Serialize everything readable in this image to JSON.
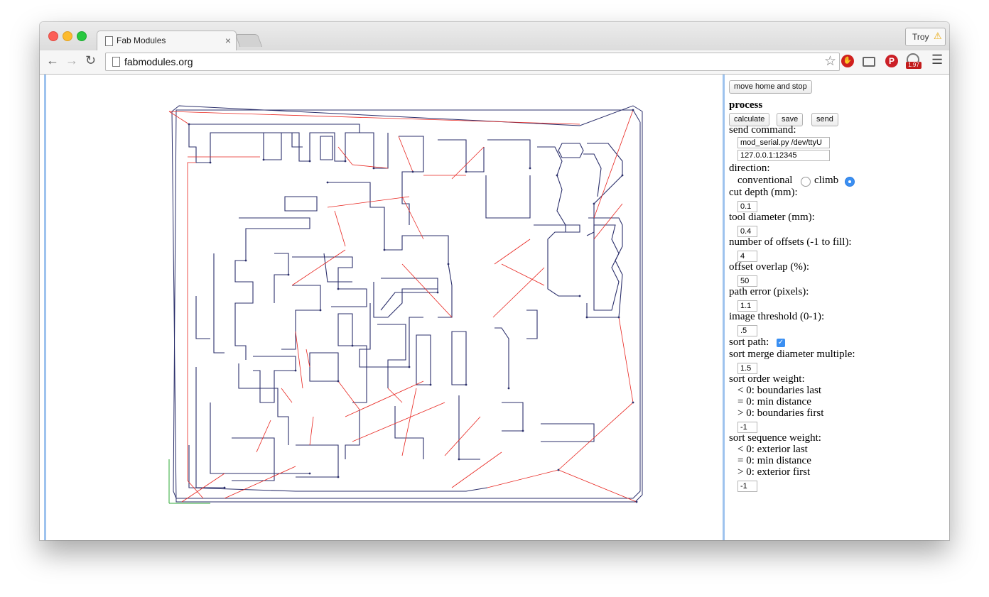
{
  "browser": {
    "tab_title": "Fab Modules",
    "tab_close": "×",
    "url": "fabmodules.org",
    "user_name": "Troy",
    "speed_badge": "1.97"
  },
  "panel": {
    "move_home_label": "move home and stop",
    "process_heading": "process",
    "calculate_label": "calculate",
    "save_label": "save",
    "send_label": "send",
    "send_command_label": "send command:",
    "send_command_value": "mod_serial.py /dev/ttyU",
    "server_value": "127.0.0.1:12345",
    "direction_label": "direction:",
    "conventional_label": "conventional",
    "climb_label": "climb",
    "cut_depth_label": "cut depth (mm):",
    "cut_depth_value": "0.1",
    "tool_diameter_label": "tool diameter (mm):",
    "tool_diameter_value": "0.4",
    "offsets_label": "number of offsets (-1 to fill):",
    "offsets_value": "4",
    "overlap_label": "offset overlap (%):",
    "overlap_value": "50",
    "path_error_label": "path error (pixels):",
    "path_error_value": "1.1",
    "threshold_label": "image threshold (0-1):",
    "threshold_value": ".5",
    "sort_path_label": "sort path:",
    "merge_label": "sort merge diameter multiple:",
    "merge_value": "1.5",
    "order_weight_label": "sort order weight:",
    "order_opt1": "< 0: boundaries last",
    "order_opt2": "= 0: min distance",
    "order_opt3": "> 0: boundaries first",
    "order_value": "-1",
    "sequence_weight_label": "sort sequence weight:",
    "seq_opt1": "< 0: exterior last",
    "seq_opt2": "= 0: min distance",
    "seq_opt3": "> 0: exterior first",
    "sequence_value": "-1"
  },
  "colors": {
    "toolpath": "#2b2f6b",
    "rapid_move": "#e8251f",
    "divider": "#9ec3ee",
    "accent": "#3a8ff2"
  },
  "icons": {
    "back": "back-arrow-icon",
    "forward": "forward-arrow-icon",
    "reload": "reload-icon",
    "bookmark": "star-icon",
    "menu": "hamburger-menu-icon"
  }
}
